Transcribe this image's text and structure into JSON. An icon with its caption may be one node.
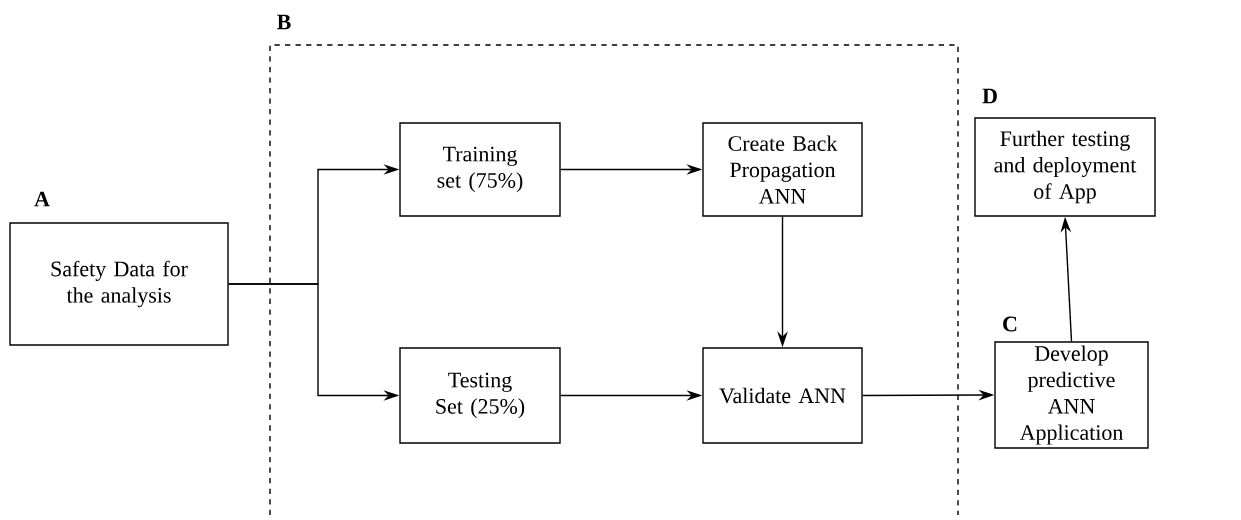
{
  "diagram": {
    "nodes": [
      {
        "text": [
          "A",
          "Safety Data for the analysis"
        ]
      },
      {
        "text": [
          "B"
        ]
      },
      {
        "text": [
          "Training set (75%)"
        ],
        "in": 1
      },
      {
        "text": [
          "Create Back Propagation ANN"
        ],
        "in": 1
      },
      {
        "text": [
          "Testing Set (25%)"
        ],
        "in": 1
      },
      {
        "text": [
          "Validate ANN"
        ],
        "in": 1
      },
      {
        "text": [
          "C",
          "Develop predictive ANN Application"
        ]
      },
      {
        "text": [
          "D",
          "Further testing and deployment of App"
        ]
      }
    ],
    "edges": [
      {
        "from": 0,
        "to": 2,
        "arrow": "to"
      },
      {
        "from": 0,
        "to": 4,
        "arrow": "to"
      },
      {
        "from": 2,
        "to": 3,
        "arrow": "to"
      },
      {
        "from": 3,
        "to": 5,
        "arrow": "to"
      },
      {
        "from": 4,
        "to": 5,
        "arrow": "to"
      },
      {
        "from": 5,
        "to": 6,
        "arrow": "to"
      },
      {
        "from": 6,
        "to": 7,
        "arrow": "to"
      }
    ]
  }
}
